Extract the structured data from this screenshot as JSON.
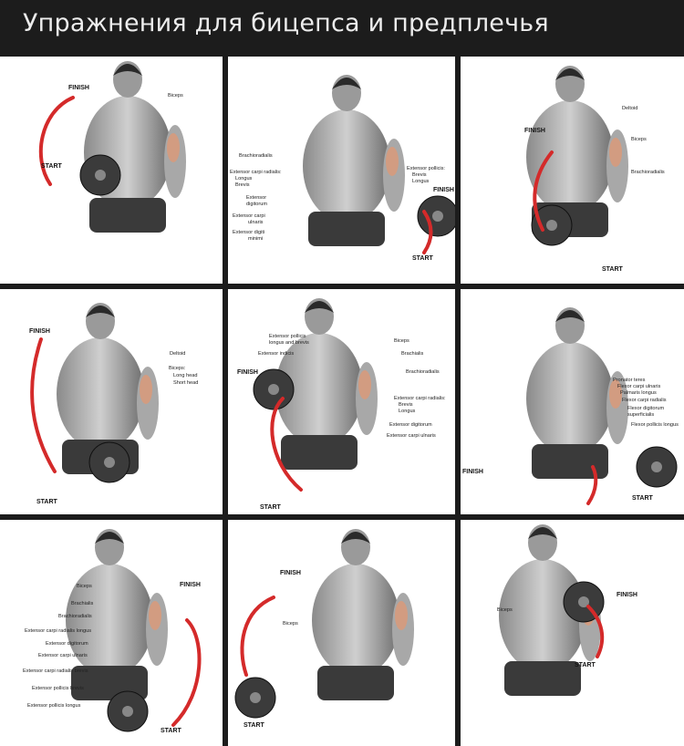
{
  "title": "Упражнения для бицепса и предплечья",
  "colors": {
    "arrow": "#d42a2a",
    "background": "#1c1c1c",
    "title_text": "#ececec"
  },
  "panels": [
    {
      "finish": "FINISH",
      "start": "START",
      "labels": [
        "Biceps"
      ]
    },
    {
      "finish": "FINISH",
      "start": "START",
      "labels": [
        "Brachioradialis",
        "Extensor carpi radialis:",
        "Longus",
        "Brevis",
        "Extensor",
        "digitorum",
        "Extensor carpi",
        "ulnaris",
        "Extensor digiti",
        "minimi",
        "Extensor pollicis:",
        "Brevis",
        "Longus"
      ]
    },
    {
      "finish": "FINISH",
      "start": "START",
      "labels": [
        "Deltoid",
        "Biceps",
        "Brachioradialis"
      ]
    },
    {
      "finish": "FINISH",
      "start": "START",
      "labels": [
        "Deltoid",
        "Biceps:",
        "Long head",
        "Short head"
      ]
    },
    {
      "finish": "FINISH",
      "start": "START",
      "labels": [
        "Extensor pollicis",
        "longus and brevis",
        "Extensor indicis",
        "Biceps",
        "Brachialis",
        "Brachioradialis",
        "Extensor carpi radialis:",
        "Brevis",
        "Longus",
        "Extensor digitorum",
        "Extensor carpi ulnaris"
      ]
    },
    {
      "finish": "FINISH",
      "start": "START",
      "labels": [
        "Pronator teres",
        "Flexor carpi ulnaris",
        "Palmaris longus",
        "Flexor carpi radialis",
        "Flexor digitorum",
        "superficialis",
        "Flexor pollicis longus"
      ]
    },
    {
      "finish": "FINISH",
      "start": "START",
      "labels": [
        "Biceps",
        "Brachialis",
        "Brachioradialis",
        "Extensor carpi radialis longus",
        "Extensor digitorum",
        "Extensor carpi ulnaris",
        "Extensor carpi radialis brevis",
        "Extensor pollicis brevis",
        "Extensor pollicis longus"
      ]
    },
    {
      "finish": "FINISH",
      "start": "START",
      "labels": [
        "Biceps"
      ]
    },
    {
      "finish": "FINISH",
      "start": "START",
      "labels": [
        "Biceps"
      ]
    }
  ]
}
